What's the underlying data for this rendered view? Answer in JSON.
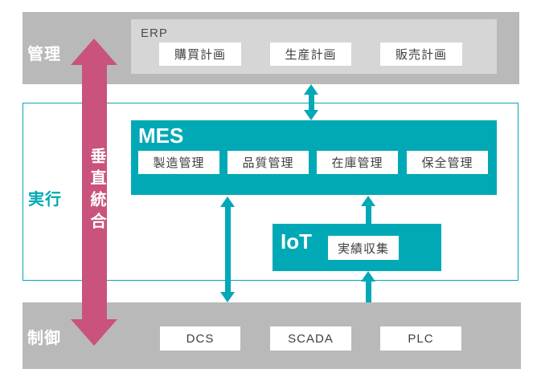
{
  "colors": {
    "teal": "#00A9B5",
    "pink": "#C9537D",
    "band_gray": "#B9B9B9",
    "erp_gray": "#D6D6D6",
    "white": "#FFFFFF",
    "box_text": "#3F3F3F",
    "muted_text": "#4D4D4D"
  },
  "layers": {
    "management": {
      "label": "管理",
      "erp": {
        "title": "ERP",
        "items": [
          "購買計画",
          "生産計画",
          "販売計画"
        ]
      }
    },
    "execution": {
      "label": "実行",
      "mes": {
        "title": "MES",
        "items": [
          "製造管理",
          "品質管理",
          "在庫管理",
          "保全管理"
        ]
      },
      "iot": {
        "title": "IoT",
        "items": [
          "実績収集"
        ]
      }
    },
    "control": {
      "label": "制御",
      "items": [
        "DCS",
        "SCADA",
        "PLC"
      ]
    }
  },
  "vertical_integration_label": "垂直統合"
}
